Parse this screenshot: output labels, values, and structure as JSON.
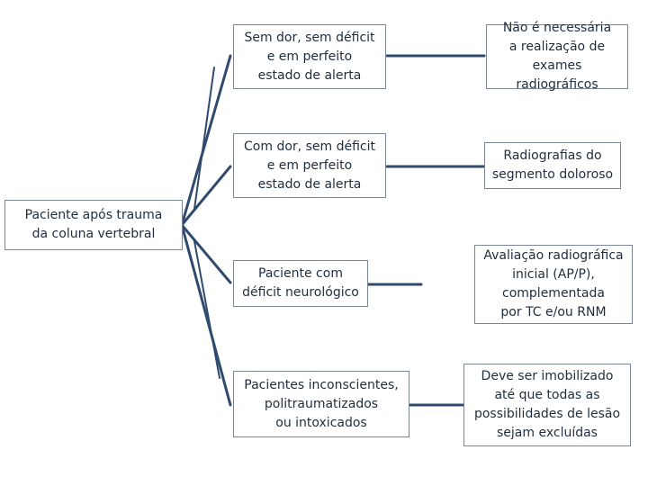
{
  "root": {
    "text": "Paciente  após trauma\nda coluna vertebral"
  },
  "conditions": [
    {
      "text": "Sem dor, sem déficit\ne em perfeito\nestado de alerta"
    },
    {
      "text": "Com dor, sem déficit\ne em perfeito\nestado de alerta"
    },
    {
      "text": "Paciente com\ndéficit neurológico"
    },
    {
      "text": "Pacientes inconscientes,\npolitraumatizados\nou intoxicados"
    }
  ],
  "actions": [
    {
      "text": "Não é necessária\na realização de\nexames radiográficos"
    },
    {
      "text": "Radiografias do\nsegmento doloroso"
    },
    {
      "text": "Avaliação radiográfica\ninicial (AP/P),\ncomplementada\npor TC e/ou RNM"
    },
    {
      "text": "Deve ser imobilizado\naté que todas as\npossibilidades de lesão\nsejam excluídas"
    }
  ],
  "colors": {
    "line": "#2f4a6d",
    "border": "#7a8593",
    "text": "#1f2d3d"
  }
}
